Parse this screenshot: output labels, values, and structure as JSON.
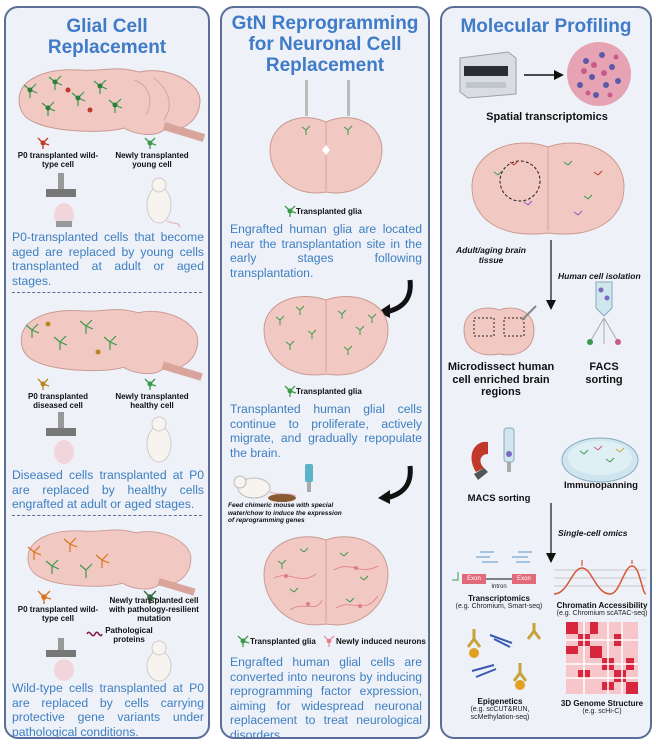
{
  "panel1": {
    "title": "Glial Cell Replacement",
    "s1": {
      "label_left": "P0 transplanted wild-type cell",
      "label_right": "Newly transplanted young cell",
      "text": "P0-transplanted cells that become aged are replaced by young cells transplanted at adult or aged stages."
    },
    "s2": {
      "label_left": "P0 transplanted diseased cell",
      "label_right": "Newly transplanted healthy cell",
      "text": "Diseased cells transplanted at P0 are replaced by healthy cells engrafted at adult or aged stages."
    },
    "s3": {
      "label_left": "P0 transplanted wild-type cell",
      "label_right": "Newly transplanted cell with pathology-resilient mutation",
      "label_proteins": "Pathological proteins",
      "text": "Wild-type cells transplanted at P0 are replaced by cells carrying protective gene variants under pathological conditions."
    }
  },
  "panel2": {
    "title": "GtN Reprogramming for Neuronal Cell Replacement",
    "label_transplanted_glia_1": "Transplanted glia",
    "text1": "Engrafted human glia are located near the transplantation site in the early stages following transplantation.",
    "label_transplanted_glia_2": "Transplanted glia",
    "text2": "Transplanted human glial cells continue to proliferate, actively migrate, and gradually repopulate the brain.",
    "feed_note": "Feed chimeric mouse with special water/chow to induce the expression of reprogramming genes",
    "label_transplanted_glia_3": "Transplanted glia",
    "label_new_neurons": "Newly induced neurons",
    "text3": "Engrafted human glial cells are converted into neurons by inducing reprogramming factor expression, aiming for widespread neuronal replacement to treat neurological disorders."
  },
  "panel3": {
    "title": "Molecular Profiling",
    "spatial": "Spatial transcriptomics",
    "tissue": "Adult/aging brain tissue",
    "isolation": "Human cell isolation",
    "microdissect": "Microdissect human cell enriched brain regions",
    "facs": "FACS sorting",
    "macs": "MACS sorting",
    "immuno": "Immunopanning",
    "single_cell": "Single-cell omics",
    "exon1": "Exon",
    "intron": "Intron",
    "exon2": "Exon",
    "transcriptomics": "Transcriptomics",
    "transcriptomics_eg": "(e.g. Chromium, Smart-seq)",
    "chromatin": "Chromatin Accessibility",
    "chromatin_eg": "(e.g. Chromium scATAC-seq)",
    "epigenetics": "Epigenetics",
    "epigenetics_eg": "(e.g. scCUT&RUN, scMethylation-seq)",
    "genome3d": "3D Genome Structure",
    "genome3d_eg": "(e.g. scHi-C)"
  },
  "colors": {
    "title": "#3f7bc7",
    "text": "#3d7fc1",
    "border": "#5a6f97",
    "panel_bg": "#eef1f8",
    "brain": "#f1c9c2",
    "glia": "#3a9a4a",
    "diseased": "#b8861e",
    "wildtype": "#c0392b"
  }
}
